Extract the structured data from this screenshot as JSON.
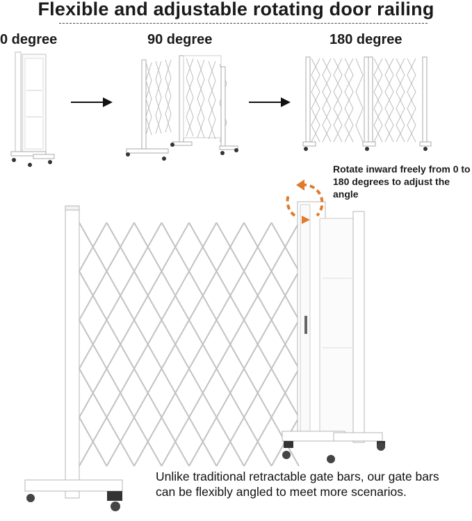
{
  "title": "Flexible and adjustable rotating door railing",
  "stages": [
    {
      "label": "0 degree"
    },
    {
      "label": "90 degree"
    },
    {
      "label": "180 degree"
    }
  ],
  "rotate_note": "Rotate inward freely from 0 to 180 degrees to adjust the angle",
  "bottom_note": "Unlike traditional retractable gate bars, our gate bars can be flexibly angled to meet more scenarios.",
  "colors": {
    "text": "#1a1a1a",
    "rotate_arrow": "#e07a2c",
    "gate": "#ffffff",
    "gate_edge": "#c9c9c9"
  },
  "icons": {
    "direction": "right-arrow-icon",
    "rotation": "rotate-arrows-icon"
  }
}
